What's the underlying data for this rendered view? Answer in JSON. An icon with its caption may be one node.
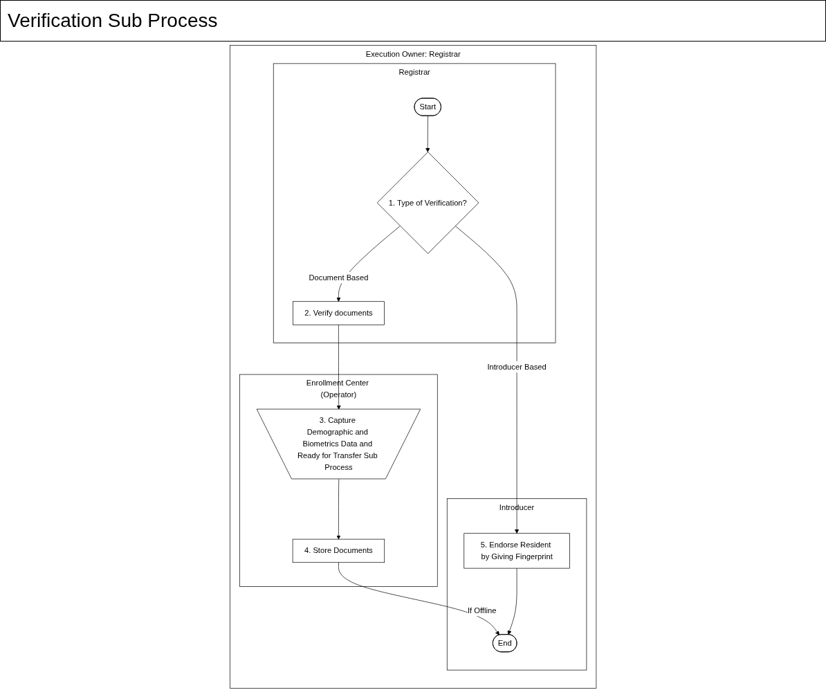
{
  "diagram": {
    "title": "Verification Sub Process",
    "nodes": [
      {
        "text": [
          "Execution Owner: Registrar"
        ]
      },
      {
        "text": [
          "Registrar"
        ],
        "in": 0
      },
      {
        "text": [
          "Start"
        ],
        "in": 1
      },
      {
        "text": [
          "1. Type of Verification?"
        ],
        "in": 1
      },
      {
        "text": [
          "2. Verify documents"
        ],
        "in": 1
      },
      {
        "text": [
          "Enrollment Center (Operator)"
        ],
        "in": 0
      },
      {
        "text": [
          "3. Capture Demographic and Biometrics Data and Ready for Transfer Sub Process"
        ],
        "in": 5
      },
      {
        "text": [
          "4. Store Documents"
        ],
        "in": 5
      },
      {
        "text": [
          "Introducer"
        ],
        "in": 0
      },
      {
        "text": [
          "5. Endorse Resident by Giving Fingerprint"
        ],
        "in": 8
      },
      {
        "text": [
          "End"
        ],
        "in": 8
      }
    ],
    "edges": [
      {
        "from": 2,
        "to": 3,
        "arrow": "to"
      },
      {
        "from": 3,
        "to": 4,
        "arrow": "to",
        "label": "Document Based"
      },
      {
        "from": 3,
        "to": 9,
        "arrow": "to",
        "label": "Introducer Based"
      },
      {
        "from": 4,
        "to": 6,
        "arrow": "to"
      },
      {
        "from": 6,
        "to": 7,
        "arrow": "to"
      },
      {
        "from": 7,
        "to": 10,
        "arrow": "to",
        "label": "If Offline"
      },
      {
        "from": 9,
        "to": 10,
        "arrow": "to"
      }
    ]
  }
}
